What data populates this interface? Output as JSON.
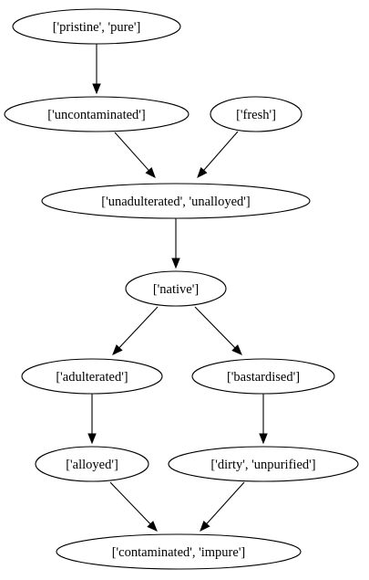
{
  "nodes": [
    {
      "id": "n1",
      "label": "['pristine', 'pure']"
    },
    {
      "id": "n2",
      "label": "['uncontaminated']"
    },
    {
      "id": "n3",
      "label": "['fresh']"
    },
    {
      "id": "n4",
      "label": "['unadulterated', 'unalloyed']"
    },
    {
      "id": "n5",
      "label": "['native']"
    },
    {
      "id": "n6",
      "label": "['adulterated']"
    },
    {
      "id": "n7",
      "label": "['bastardised']"
    },
    {
      "id": "n8",
      "label": "['alloyed']"
    },
    {
      "id": "n9",
      "label": "['dirty', 'unpurified']"
    },
    {
      "id": "n10",
      "label": "['contaminated', 'impure']"
    }
  ],
  "edges": [
    {
      "from": "n1",
      "to": "n2"
    },
    {
      "from": "n2",
      "to": "n4"
    },
    {
      "from": "n3",
      "to": "n4"
    },
    {
      "from": "n4",
      "to": "n5"
    },
    {
      "from": "n5",
      "to": "n6"
    },
    {
      "from": "n5",
      "to": "n7"
    },
    {
      "from": "n6",
      "to": "n8"
    },
    {
      "from": "n7",
      "to": "n9"
    },
    {
      "from": "n8",
      "to": "n10"
    },
    {
      "from": "n9",
      "to": "n10"
    }
  ]
}
